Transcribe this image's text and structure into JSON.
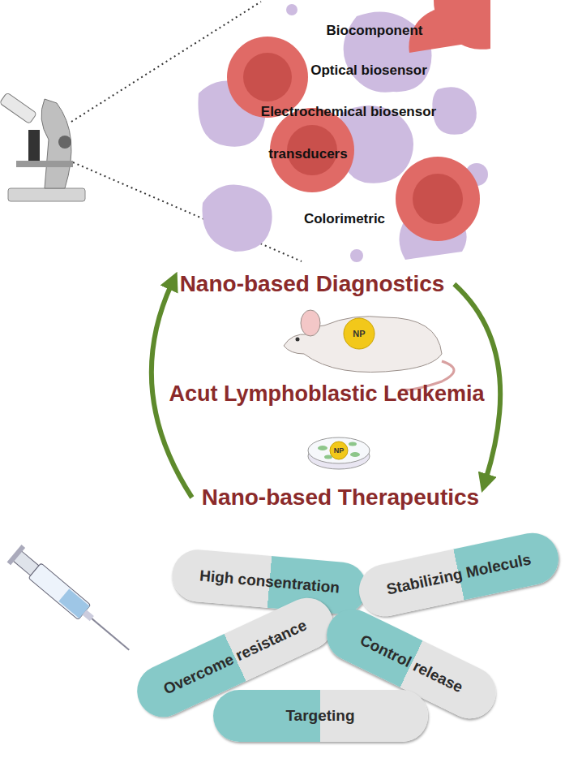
{
  "diagram": {
    "nodes": [
      {
        "text": [
          "Nano-based Diagnostics"
        ]
      },
      {
        "text": [
          "Nano-based Therapeutics"
        ]
      },
      {
        "text": [
          "High consentration"
        ]
      },
      {
        "text": [
          "Stabilizing Moleculs"
        ]
      },
      {
        "text": [
          "Overcome resistance"
        ]
      },
      {
        "text": [
          "Control release"
        ]
      },
      {
        "text": [
          "Targeting"
        ]
      }
    ],
    "edges": [
      {
        "from": 0,
        "to": 1,
        "arrow": "to"
      },
      {
        "from": 1,
        "to": 0,
        "arrow": "to"
      }
    ],
    "labels": [
      "Biocomponent",
      "Optical biosensor",
      "Electrochemical biosensor",
      "transducers",
      "Colorimetric",
      "NP",
      "Acut Lymphoblastic Leukemia",
      "NP"
    ]
  }
}
